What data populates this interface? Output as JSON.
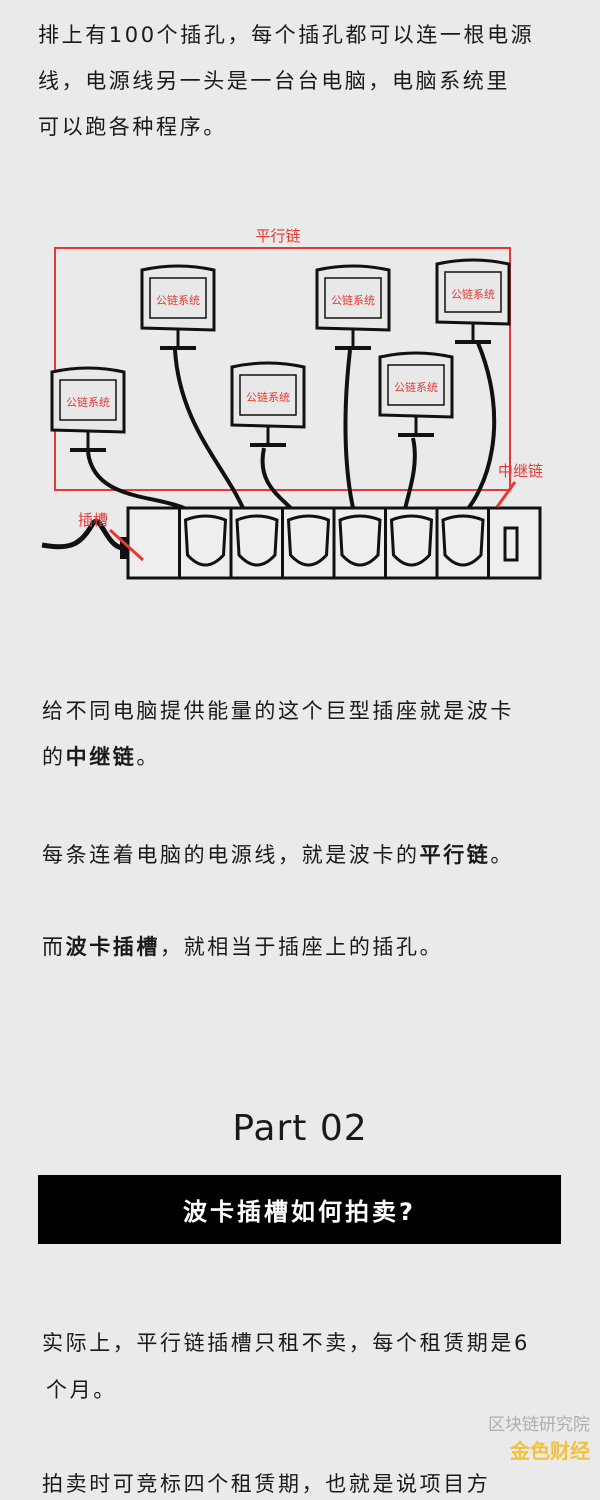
{
  "intro": {
    "lines": [
      "排上有100个插孔，每个插孔都可以连一根电源",
      "线，电源线另一头是一台台电脑，电脑系统里",
      "可以跑各种程序。"
    ]
  },
  "diagram": {
    "parallel_label": "平行链",
    "relay_label": "中继链",
    "slot_label": "插槽",
    "monitor_label": "公链系统"
  },
  "paragraphs": {
    "p1_line1": "给不同电脑提供能量的这个巨型插座就是波卡",
    "p1_line2_pre": "的",
    "p1_line2_bold": "中继链",
    "p1_line2_post": "。",
    "p2_pre": "每条连着电脑的电源线，就是波卡的",
    "p2_bold": "平行链",
    "p2_post": "。",
    "p3_pre": "而",
    "p3_bold": "波卡插槽",
    "p3_post": "，就相当于插座上的插孔。"
  },
  "section": {
    "part": "Part  02",
    "heading": "波卡插槽如何拍卖?"
  },
  "section_text": {
    "p4_line1": "实际上，平行链插槽只租不卖，每个租赁期是6",
    "p4_line2": "个月。",
    "p5_line1": "拍卖时可竞标四个租赁期，也就是说项目方"
  },
  "watermark": {
    "wechat": "区块链研究院",
    "brand": "金色财经"
  }
}
